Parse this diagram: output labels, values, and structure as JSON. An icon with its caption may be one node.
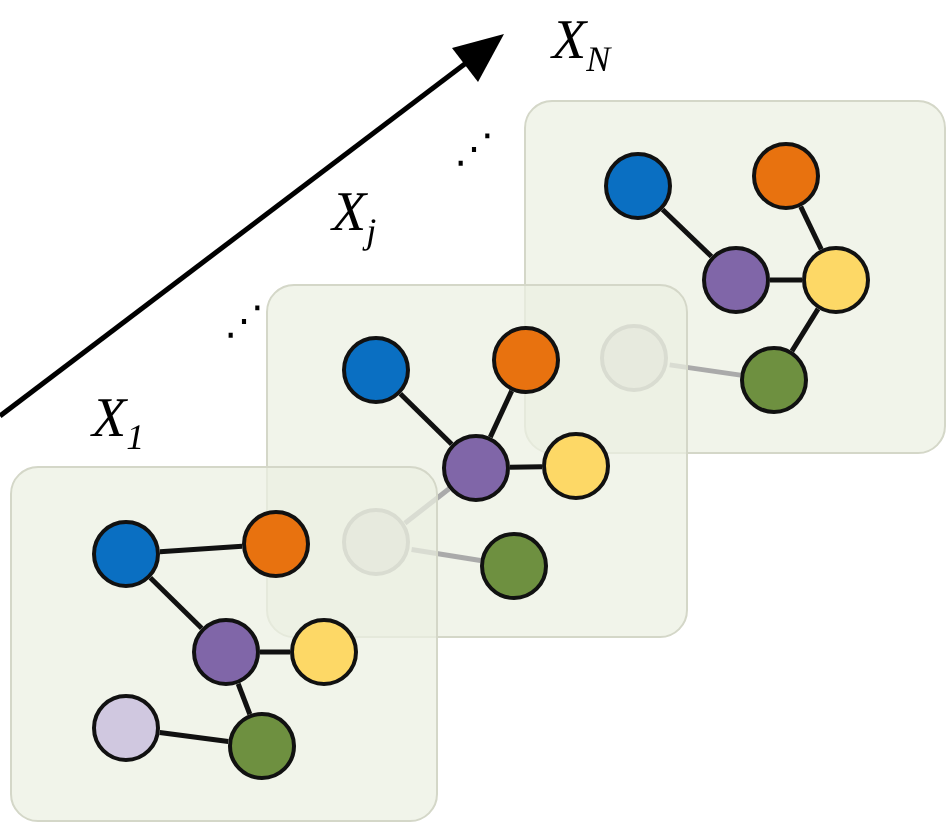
{
  "diagram": {
    "nodes": [
      {
        "text": [
          "X$_{1}$"
        ]
      },
      {
        "text": [],
        "shape": "circle",
        "in": 0
      },
      {
        "text": [],
        "shape": "circle",
        "in": 0
      },
      {
        "text": [],
        "shape": "circle",
        "in": 0
      },
      {
        "text": [],
        "shape": "circle",
        "in": 0
      },
      {
        "text": [],
        "shape": "circle",
        "in": 0
      },
      {
        "text": [],
        "shape": "circle",
        "in": 0
      },
      {
        "text": [
          "X$_{j}$"
        ]
      },
      {
        "text": [],
        "shape": "circle",
        "in": 7
      },
      {
        "text": [],
        "shape": "circle",
        "in": 7
      },
      {
        "text": [],
        "shape": "circle",
        "in": 7
      },
      {
        "text": [],
        "shape": "circle",
        "in": 7
      },
      {
        "text": [],
        "shape": "circle"
      },
      {
        "text": [],
        "shape": "circle",
        "in": 7
      },
      {
        "text": [
          "X$_{N}$"
        ]
      },
      {
        "text": [],
        "shape": "circle",
        "in": 14
      },
      {
        "text": [],
        "shape": "circle",
        "in": 14
      },
      {
        "text": [],
        "shape": "circle",
        "in": 14
      },
      {
        "text": [],
        "shape": "circle",
        "in": 14
      },
      {
        "text": [],
        "shape": "circle"
      },
      {
        "text": [],
        "shape": "circle",
        "in": 14
      }
    ],
    "edges": [
      {
        "from": 1,
        "to": 2,
        "arrow": "none"
      },
      {
        "from": 1,
        "to": 3,
        "arrow": "none"
      },
      {
        "from": 3,
        "to": 4,
        "arrow": "none"
      },
      {
        "from": 3,
        "to": 6,
        "arrow": "none"
      },
      {
        "from": 5,
        "to": 6,
        "arrow": "none"
      },
      {
        "from": 8,
        "to": 10,
        "arrow": "none"
      },
      {
        "from": 9,
        "to": 10,
        "arrow": "none"
      },
      {
        "from": 10,
        "to": 11,
        "arrow": "none"
      },
      {
        "from": 10,
        "to": 12,
        "arrow": "none",
        "color": "#aaaaaa"
      },
      {
        "from": 12,
        "to": 13,
        "arrow": "none",
        "color": "#aaaaaa"
      },
      {
        "from": 15,
        "to": 17,
        "arrow": "none"
      },
      {
        "from": 16,
        "to": 18,
        "arrow": "none"
      },
      {
        "from": 17,
        "to": 18,
        "arrow": "none"
      },
      {
        "from": 18,
        "to": 20,
        "arrow": "none"
      },
      {
        "from": 19,
        "to": 20,
        "arrow": "none",
        "color": "#aaaaaa"
      }
    ],
    "labels": [
      "⋰",
      "⋰"
    ]
  }
}
